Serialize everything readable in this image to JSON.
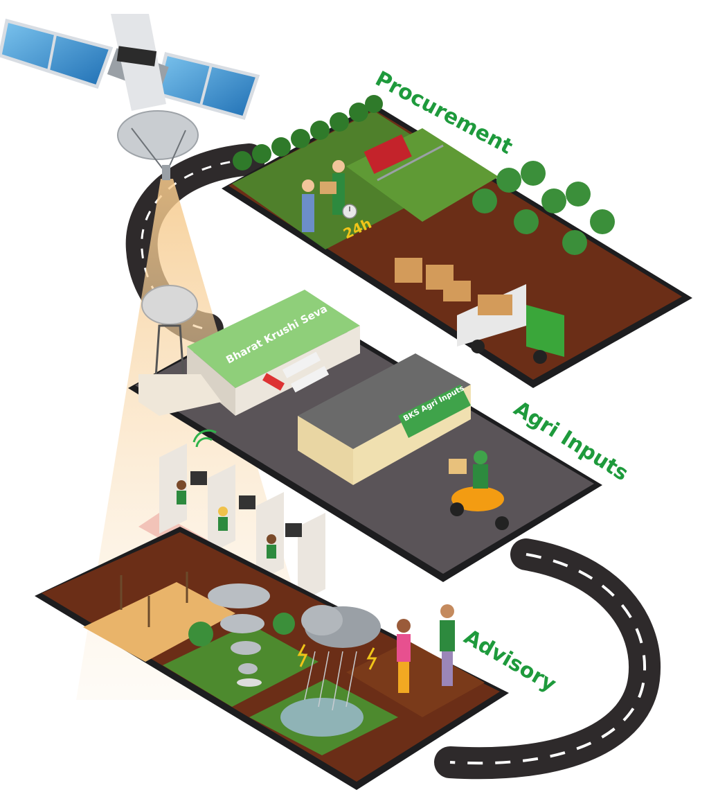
{
  "labels": {
    "procurement": "Procurement",
    "agri_inputs": "Agri Inputs",
    "advisory": "Advisory",
    "warehouse_sign": "Bharat Krushi Seva",
    "shop_sign": "BKS Agri Inputs",
    "delivery_badge": "24h"
  },
  "colors": {
    "label_green": "#1e9a3c",
    "soil_brown": "#6b2e17",
    "phone_body": "#1d1d1f",
    "asphalt": "#5a5458",
    "road_dark": "#2e2a2b",
    "field_green": "#4d8a2e",
    "truck_green": "#3aa63a",
    "dry_soil": "#e9b46a",
    "awning_green": "#3fa34a"
  },
  "icons": [
    "satellite-icon",
    "dish-antenna-icon",
    "wifi-icon",
    "tornado-icon",
    "storm-cloud-icon",
    "clock-icon"
  ]
}
